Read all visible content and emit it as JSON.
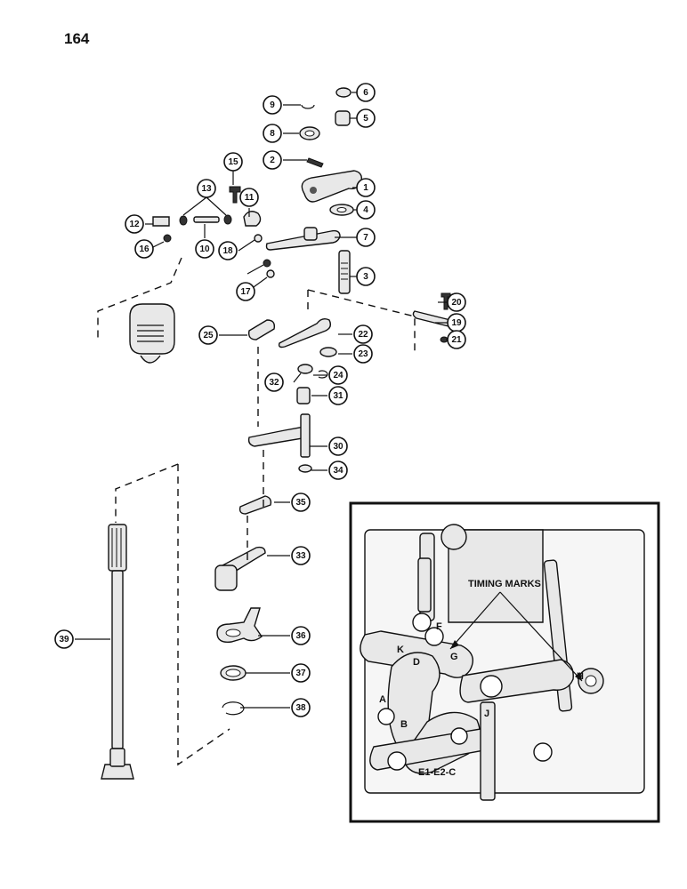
{
  "page_number": "164",
  "callouts": [
    "1",
    "2",
    "3",
    "4",
    "5",
    "6",
    "7",
    "8",
    "9",
    "10",
    "11",
    "12",
    "13",
    "15",
    "16",
    "17",
    "18",
    "19",
    "20",
    "21",
    "22",
    "23",
    "24",
    "25",
    "30",
    "31",
    "32",
    "33",
    "34",
    "35",
    "36",
    "37",
    "38",
    "39"
  ],
  "inset": {
    "heading": "TIMING MARKS",
    "letters": [
      "A",
      "B",
      "D",
      "F",
      "G",
      "H",
      "J",
      "K"
    ],
    "code": "E1-E2-C"
  }
}
